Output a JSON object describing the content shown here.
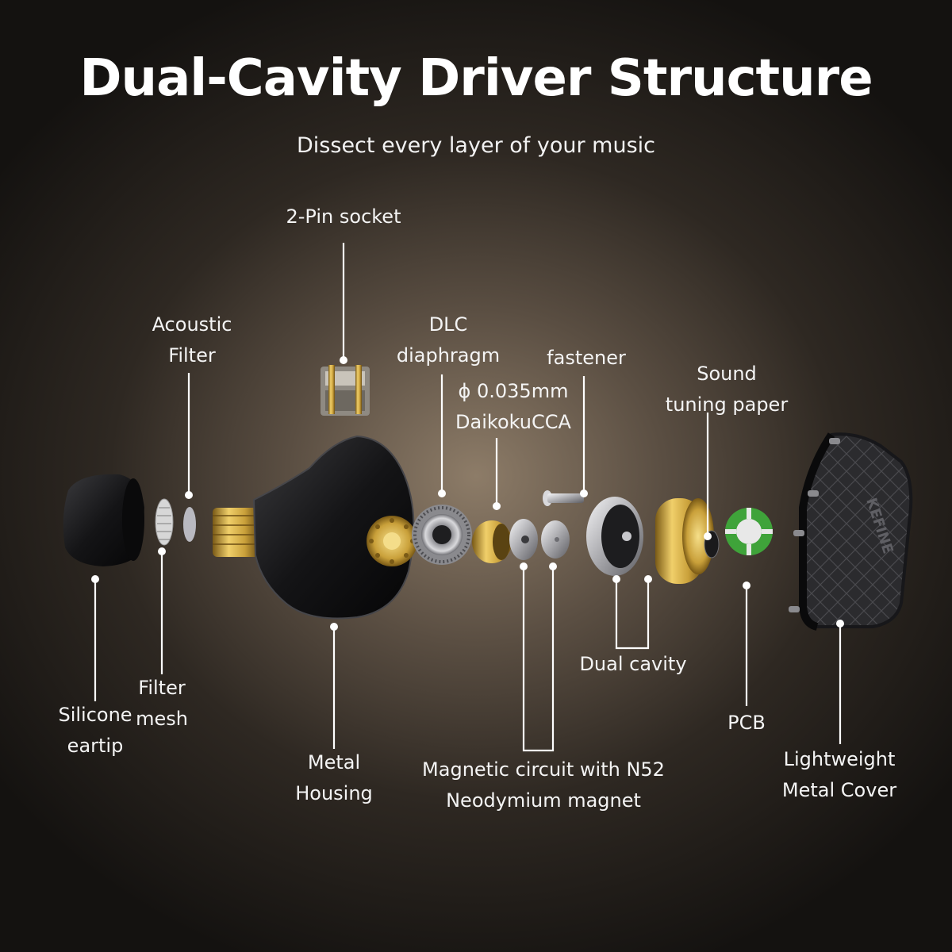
{
  "title": "Dual-Cavity Driver Structure",
  "subtitle": "Dissect every layer of your music",
  "brand_mark": "KEFINE",
  "labels": {
    "pin_socket": "2-Pin socket",
    "acoustic_filter": "Acoustic\nFilter",
    "dlc_diaphragm": "DLC\ndiaphragm",
    "coil_wire": "ϕ 0.035mm\nDaikokuCCA",
    "fastener": "fastener",
    "tuning_paper": "Sound\ntuning paper",
    "dual_cavity": "Dual cavity",
    "silicone_eartip": "Silicone\neartip",
    "filter_mesh": "Filter\nmesh",
    "metal_housing": "Metal\nHousing",
    "magnetic_circuit": "Magnetic circuit with N52\nNeodymium magnet",
    "pcb": "PCB",
    "metal_cover": "Lightweight\nMetal Cover"
  },
  "colors": {
    "gold": "#c9a03a",
    "pcb_green": "#3fa33a",
    "housing": "#1c1c1e",
    "silver": "#c8c8cc"
  }
}
